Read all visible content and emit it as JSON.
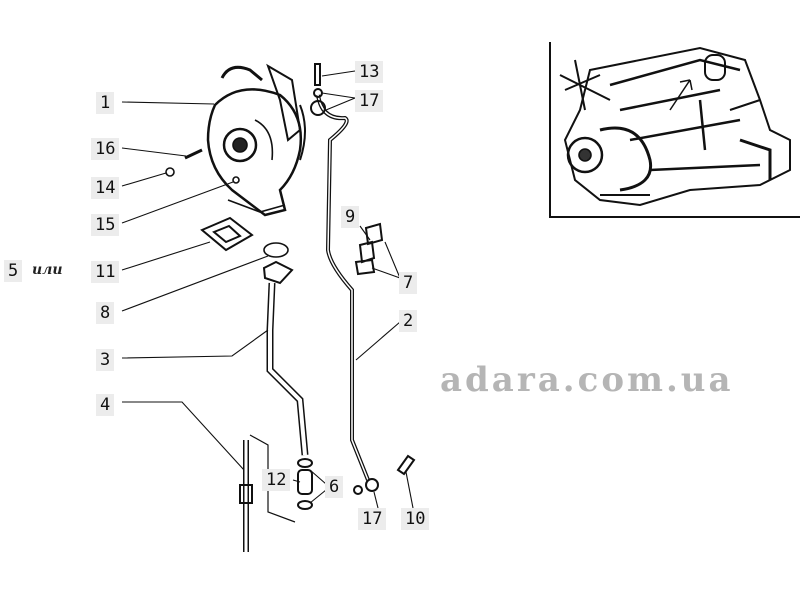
{
  "diagram": {
    "labels": {
      "p1": "1",
      "p2": "2",
      "p3": "3",
      "p4": "4",
      "p5": "5",
      "p6": "6",
      "p7": "7",
      "p8": "8",
      "p9": "9",
      "p10": "10",
      "p11": "11",
      "p12": "12",
      "p13": "13",
      "p14": "14",
      "p15": "15",
      "p16": "16",
      "p17a": "17",
      "p17b": "17"
    },
    "alt_word": "или",
    "watermark": "adara.com.ua"
  }
}
